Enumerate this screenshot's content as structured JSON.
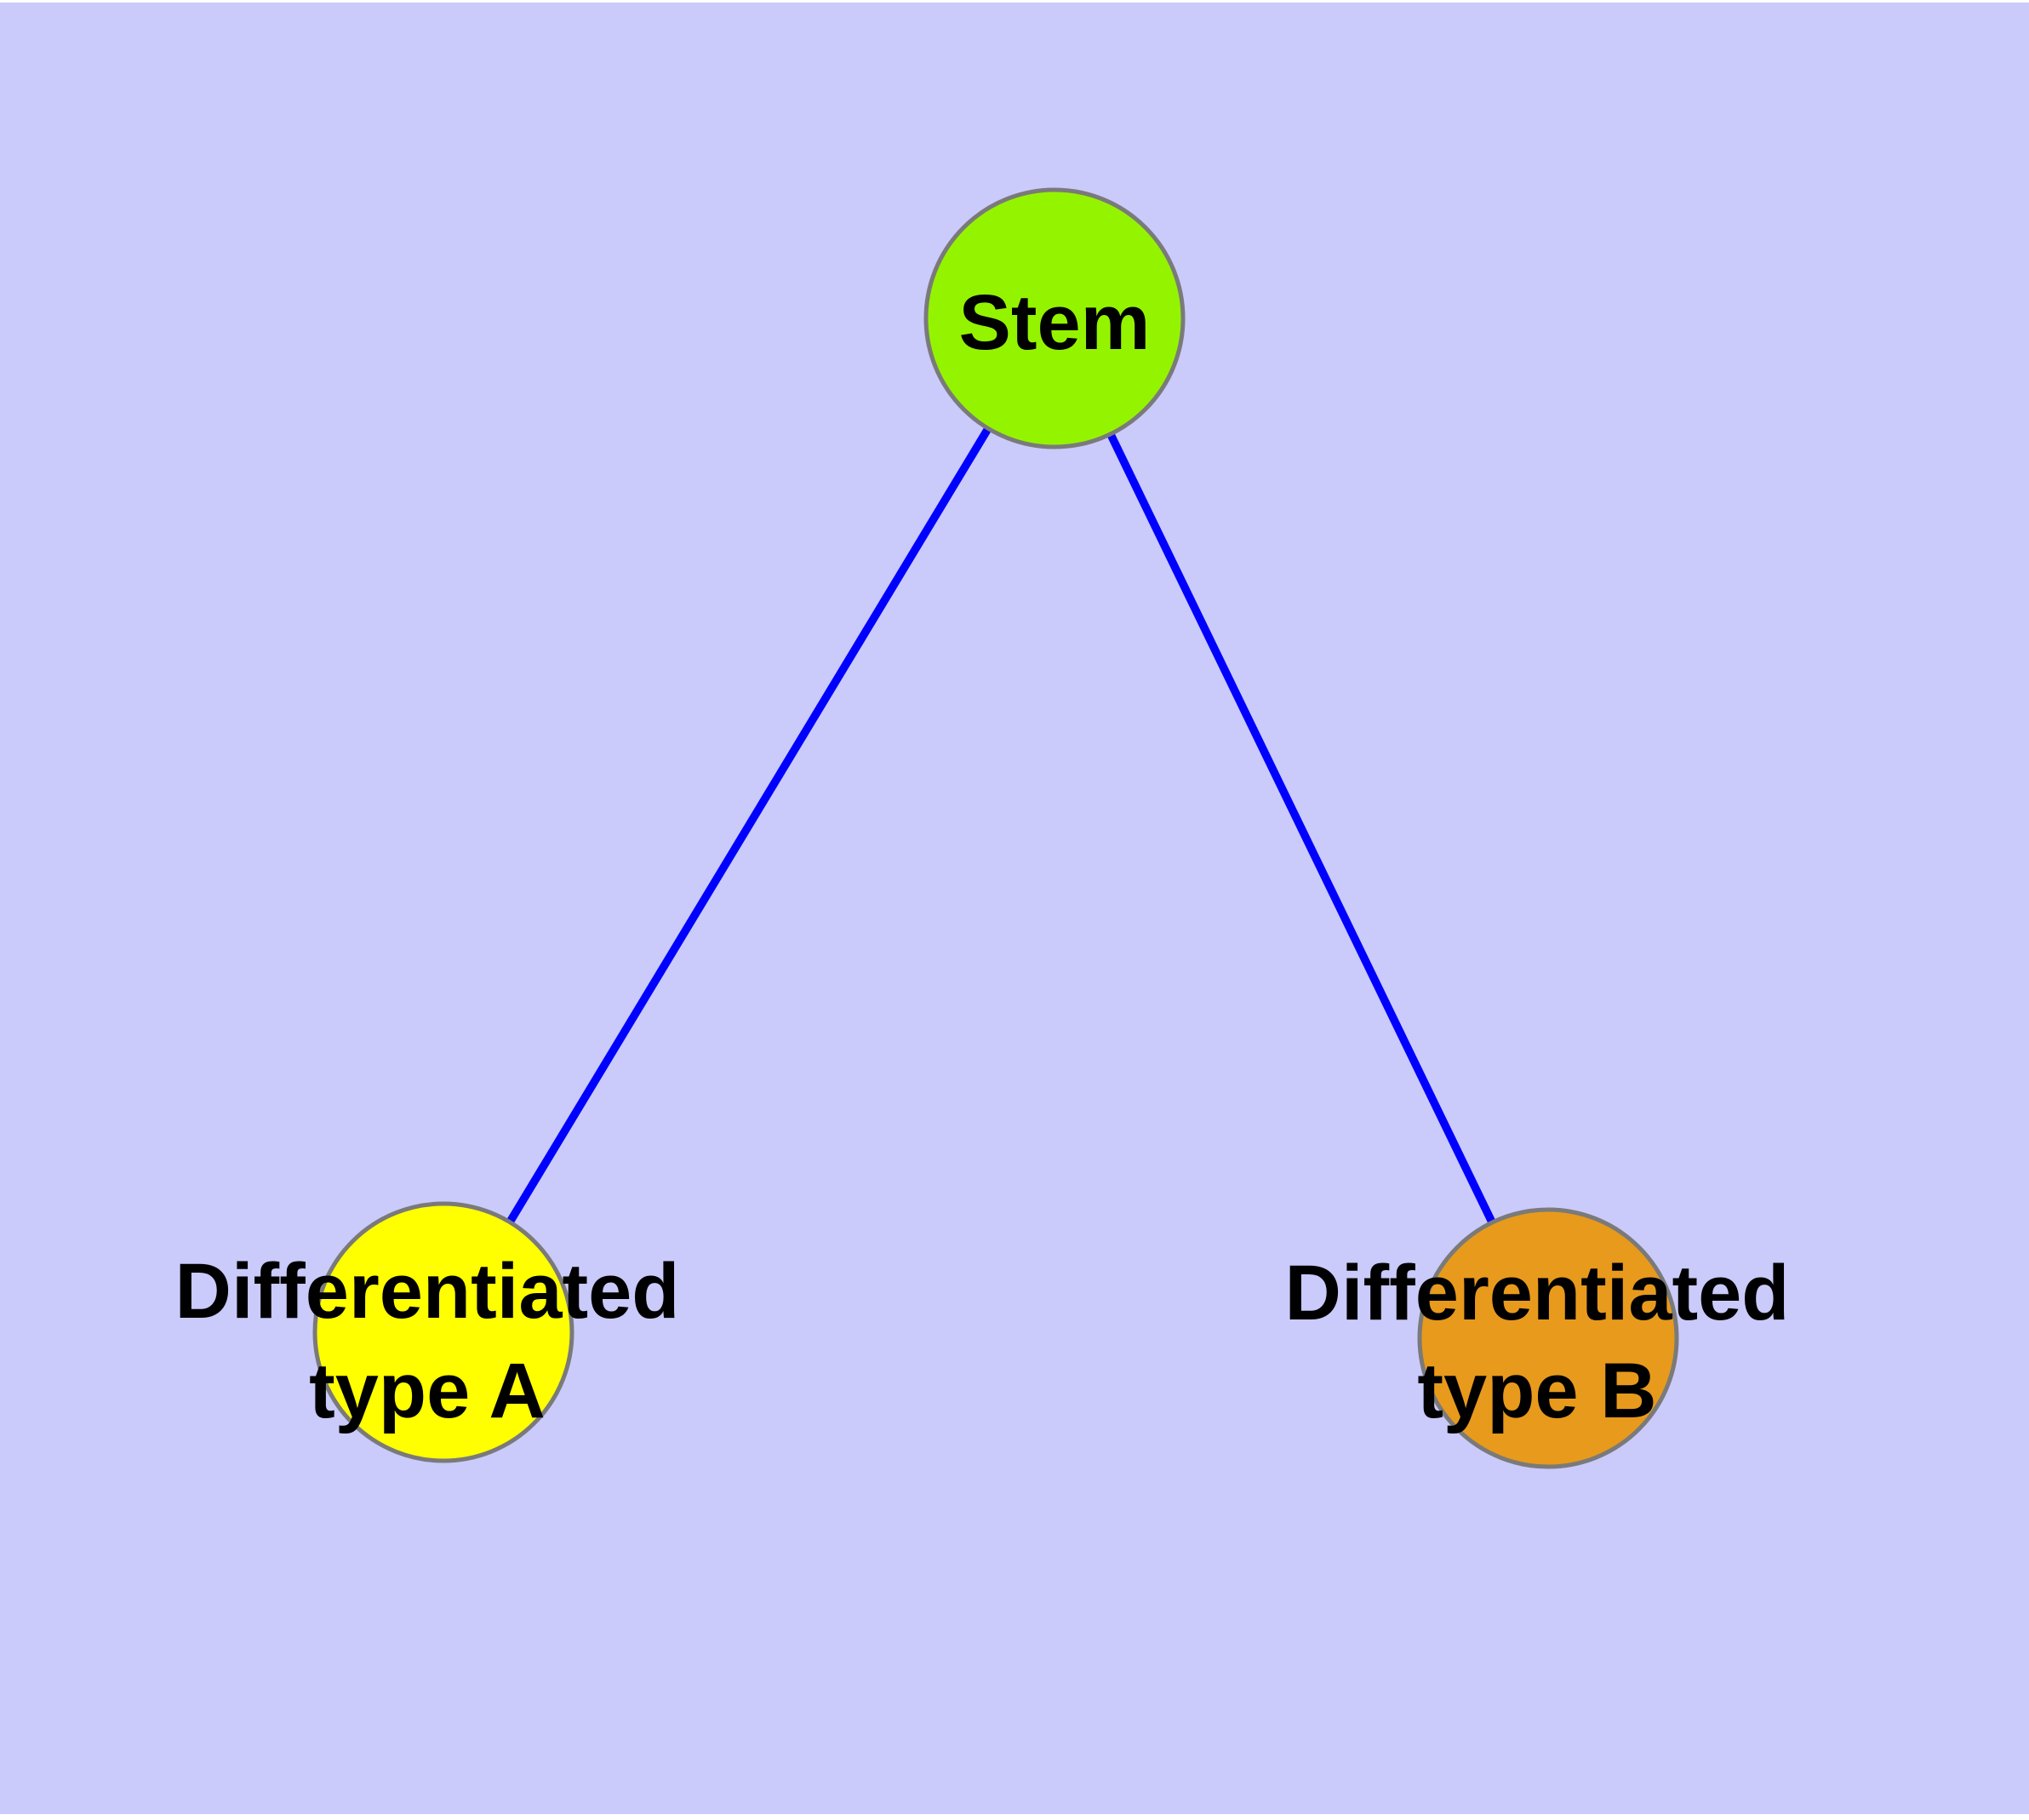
{
  "diagram": {
    "type": "node-link-graph",
    "background_color": "#cacafb",
    "page_margin_color": "#ffffff",
    "edge_color": "#0000ff",
    "node_border_color": "#7a7a7a",
    "label_color": "#000000",
    "nodes": [
      {
        "id": "stem",
        "label": "Stem",
        "line1": "Stem",
        "line2": "",
        "fill": "#94f400"
      },
      {
        "id": "type-a",
        "label": "Differentiated type A",
        "line1": "Differentiated",
        "line2": "type A",
        "fill": "#ffff00"
      },
      {
        "id": "type-b",
        "label": "Differentiated type B",
        "line1": "Differentiated",
        "line2": "type B",
        "fill": "#e89a1c"
      }
    ],
    "edges": [
      {
        "from": "stem",
        "to": "type-a"
      },
      {
        "from": "stem",
        "to": "type-b"
      }
    ]
  }
}
